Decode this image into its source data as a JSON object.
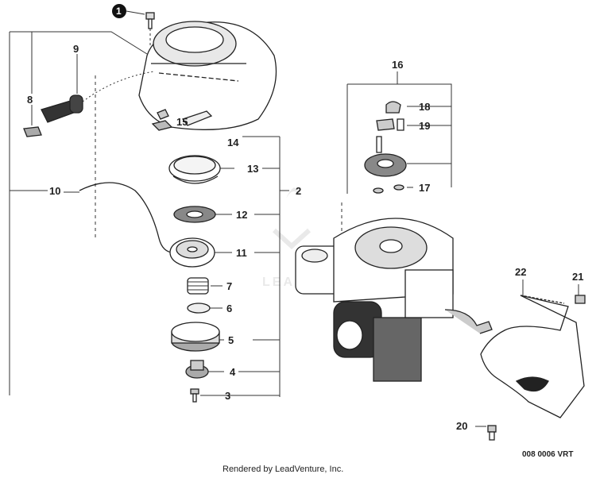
{
  "callouts": {
    "c1": "1",
    "c2": "2",
    "c3": "3",
    "c4": "4",
    "c5": "5",
    "c6": "6",
    "c7": "7",
    "c8": "8",
    "c9": "9",
    "c10": "10",
    "c11": "11",
    "c12": "12",
    "c13": "13",
    "c14": "14",
    "c15": "15",
    "c16": "16",
    "c17": "17",
    "c18": "18",
    "c19": "19",
    "c20": "20",
    "c21": "21",
    "c22": "22"
  },
  "watermark": "LEADVENTURE",
  "footer": {
    "credit": "Rendered by LeadVenture, Inc.",
    "code": "008 0006 VRT"
  }
}
